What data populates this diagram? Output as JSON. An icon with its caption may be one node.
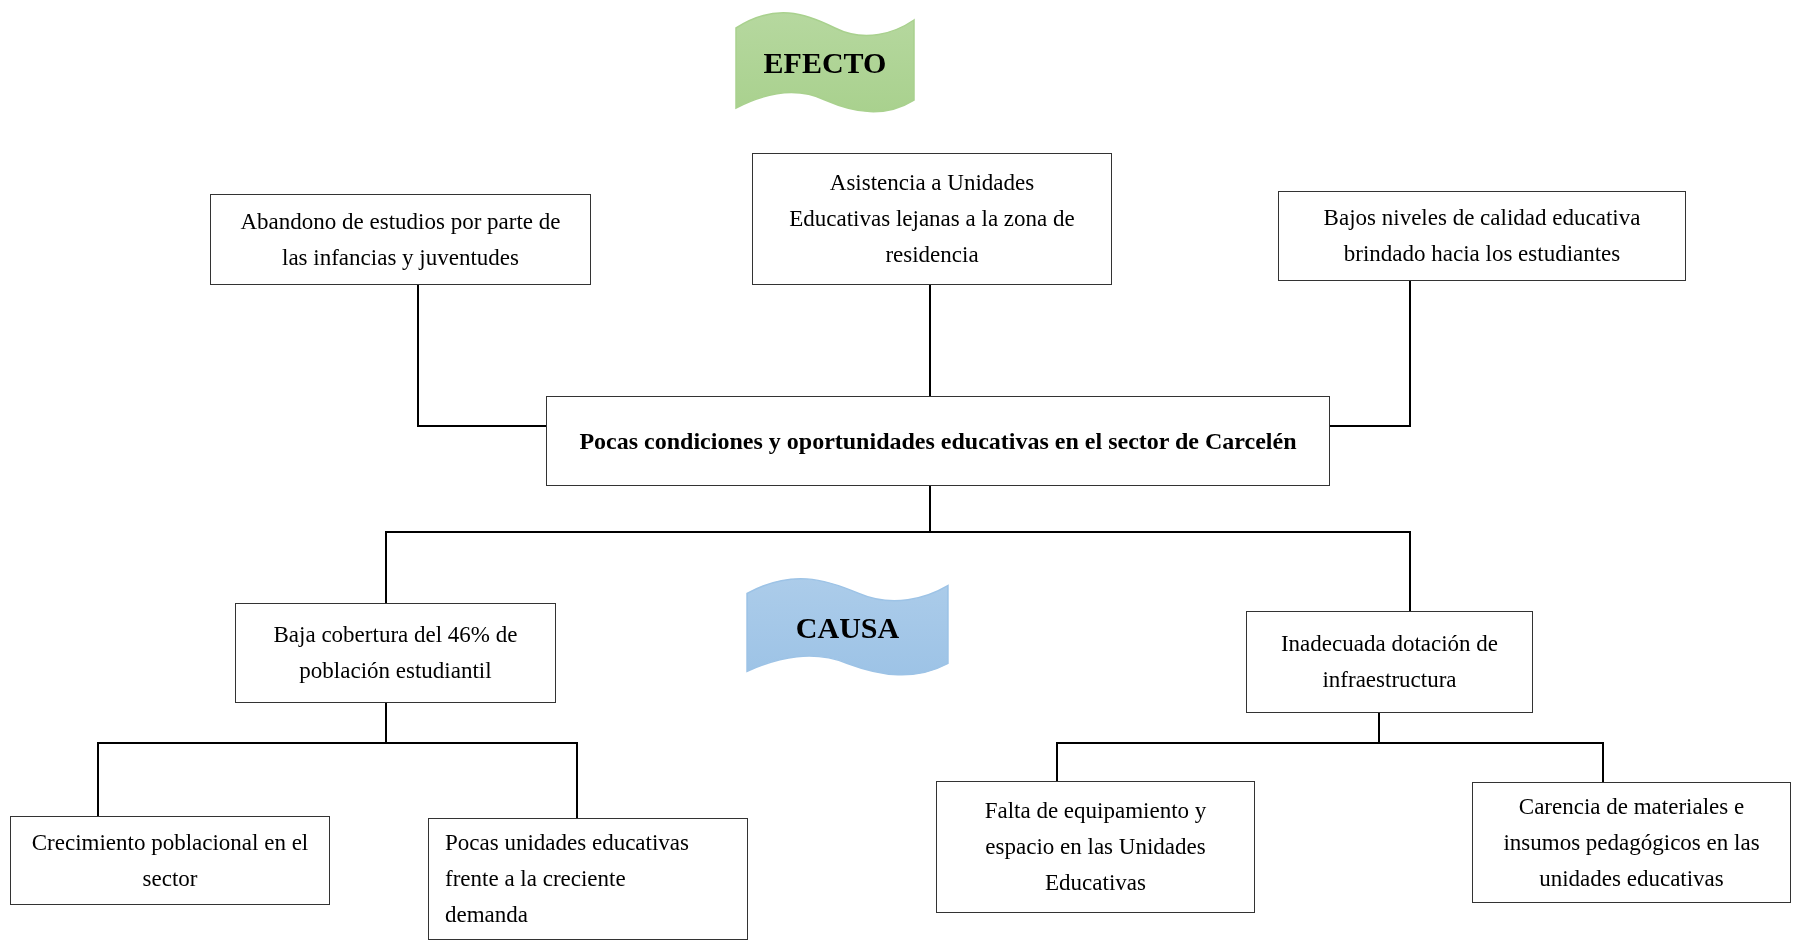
{
  "diagram": {
    "nodes": [
      {
        "text": [
          "EFECTO"
        ]
      },
      {
        "text": [
          "Abandono de estudios por parte de las infancias y juventudes"
        ]
      },
      {
        "text": [
          "Asistencia a Unidades Educativas lejanas a la zona de residencia"
        ]
      },
      {
        "text": [
          "Bajos niveles de calidad educativa brindado hacia los estudiantes"
        ]
      },
      {
        "text": [
          "Pocas condiciones y oportunidades educativas en el sector de Carcelén"
        ]
      },
      {
        "text": [
          "CAUSA"
        ]
      },
      {
        "text": [
          "Baja cobertura del 46% de población estudiantil"
        ]
      },
      {
        "text": [
          "Inadecuada dotación de infraestructura"
        ]
      },
      {
        "text": [
          "Crecimiento poblacional en el sector"
        ]
      },
      {
        "text": [
          "Pocas unidades educativas frente a la creciente demanda"
        ]
      },
      {
        "text": [
          "Falta de equipamiento y espacio en las Unidades Educativas"
        ]
      },
      {
        "text": [
          "Carencia de materiales e insumos pedagógicos en las unidades educativas"
        ]
      }
    ],
    "edges": [
      {
        "from": 1,
        "to": 4,
        "arrow": "none"
      },
      {
        "from": 2,
        "to": 4,
        "arrow": "none"
      },
      {
        "from": 3,
        "to": 4,
        "arrow": "none"
      },
      {
        "from": 4,
        "to": 6,
        "arrow": "none"
      },
      {
        "from": 4,
        "to": 7,
        "arrow": "none"
      },
      {
        "from": 6,
        "to": 8,
        "arrow": "none"
      },
      {
        "from": 6,
        "to": 9,
        "arrow": "none"
      },
      {
        "from": 7,
        "to": 10,
        "arrow": "none"
      },
      {
        "from": 7,
        "to": 11,
        "arrow": "none"
      }
    ]
  }
}
